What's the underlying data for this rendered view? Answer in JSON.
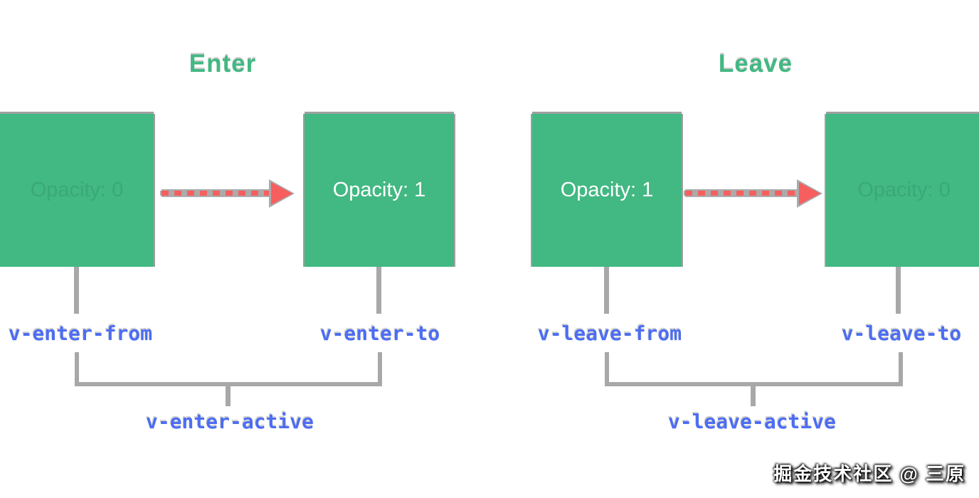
{
  "sections": {
    "enter": {
      "title": "Enter",
      "from_box_text": "Opacity: 0",
      "to_box_text": "Opacity: 1",
      "from_label": "v-enter-from",
      "to_label": "v-enter-to",
      "active_label": "v-enter-active"
    },
    "leave": {
      "title": "Leave",
      "from_box_text": "Opacity: 1",
      "to_box_text": "Opacity: 0",
      "from_label": "v-leave-from",
      "to_label": "v-leave-to",
      "active_label": "v-leave-active"
    }
  },
  "watermark": "掘金技术社区 @ 三原",
  "colors": {
    "box_green": "#42b883",
    "label_blue": "#4d6df3",
    "arrow_red": "#f75e5e",
    "connector_gray": "#a8a8a8"
  }
}
